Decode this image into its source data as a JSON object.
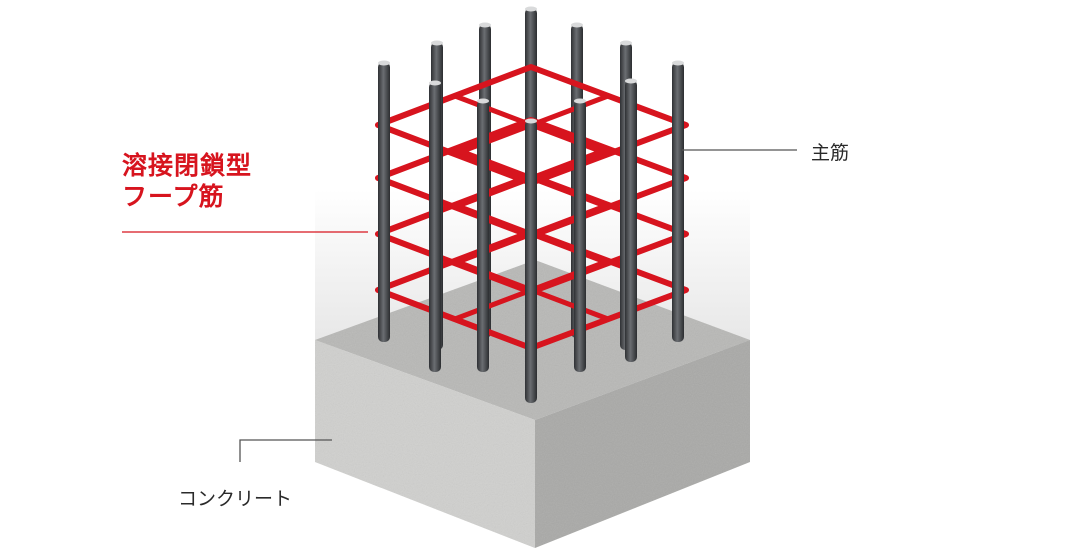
{
  "labels": {
    "hoop_line1": "溶接閉鎖型",
    "hoop_line2": "フープ筋",
    "main_bar": "主筋",
    "concrete": "コンクリート"
  },
  "colors": {
    "hoop_red": "#d7141e",
    "rebar_gray": "#4b4e52",
    "concrete_top": "#b9b9b7",
    "concrete_left": "#cfcfcd",
    "concrete_right": "#a8a8a6",
    "leader_line": "#555555"
  }
}
